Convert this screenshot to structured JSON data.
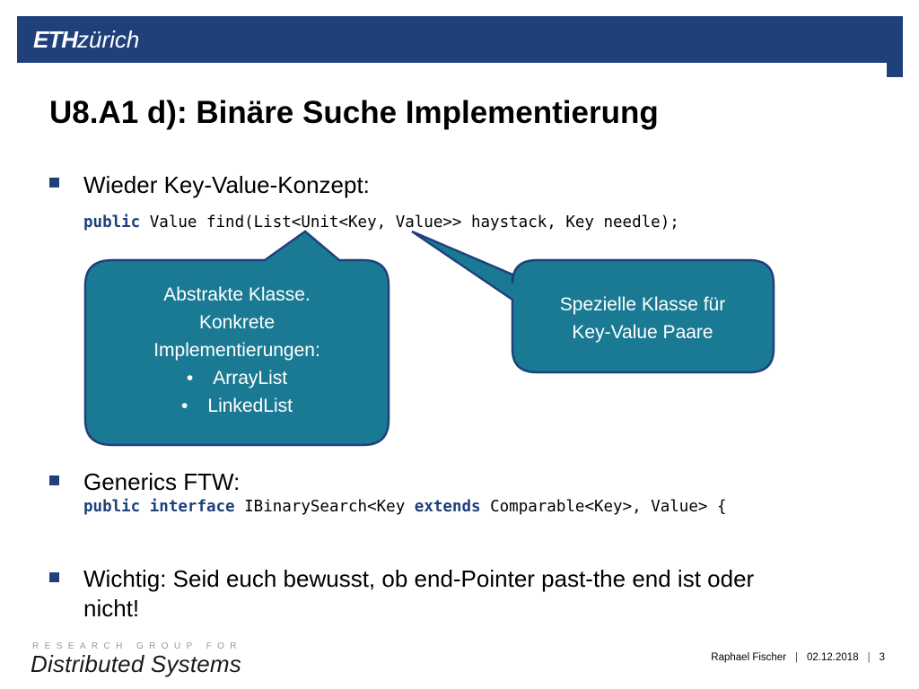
{
  "header": {
    "logo_eth": "ETH",
    "logo_zurich": "zürich"
  },
  "slide": {
    "title": "U8.A1 d): Binäre Suche Implementierung",
    "bullet1": "Wieder Key-Value-Konzept:",
    "code1_kw": "public",
    "code1_rest": " Value find(List<Unit<Key, Value>> haystack, Key needle);",
    "bullet2": "Generics FTW:",
    "code2_kw1": "public",
    "code2_kw2": "interface",
    "code2_mid": " IBinarySearch<Key ",
    "code2_kw3": "extends",
    "code2_end": " Comparable<Key>, Value> {",
    "bullet3_line1": "Wichtig: Seid euch bewusst, ob end-Pointer past-the end ist oder",
    "bullet3_line2": "nicht!"
  },
  "callout_left": {
    "line1": "Abstrakte Klasse.",
    "line2": "Konkrete",
    "line3": "Implementierungen:",
    "items": [
      "ArrayList",
      "LinkedList"
    ],
    "bullet_char": "•"
  },
  "callout_right": {
    "line1": "Spezielle Klasse für",
    "line2": "Key-Value Paare"
  },
  "footer": {
    "research_group": "RESEARCH GROUP FOR",
    "group_name": "Distributed Systems",
    "author": "Raphael Fischer",
    "date": "02.12.2018",
    "page": "3",
    "separator": "|"
  },
  "colors": {
    "eth_blue": "#1f407a",
    "callout_fill": "#1a7a94",
    "callout_stroke": "#1f407a"
  }
}
